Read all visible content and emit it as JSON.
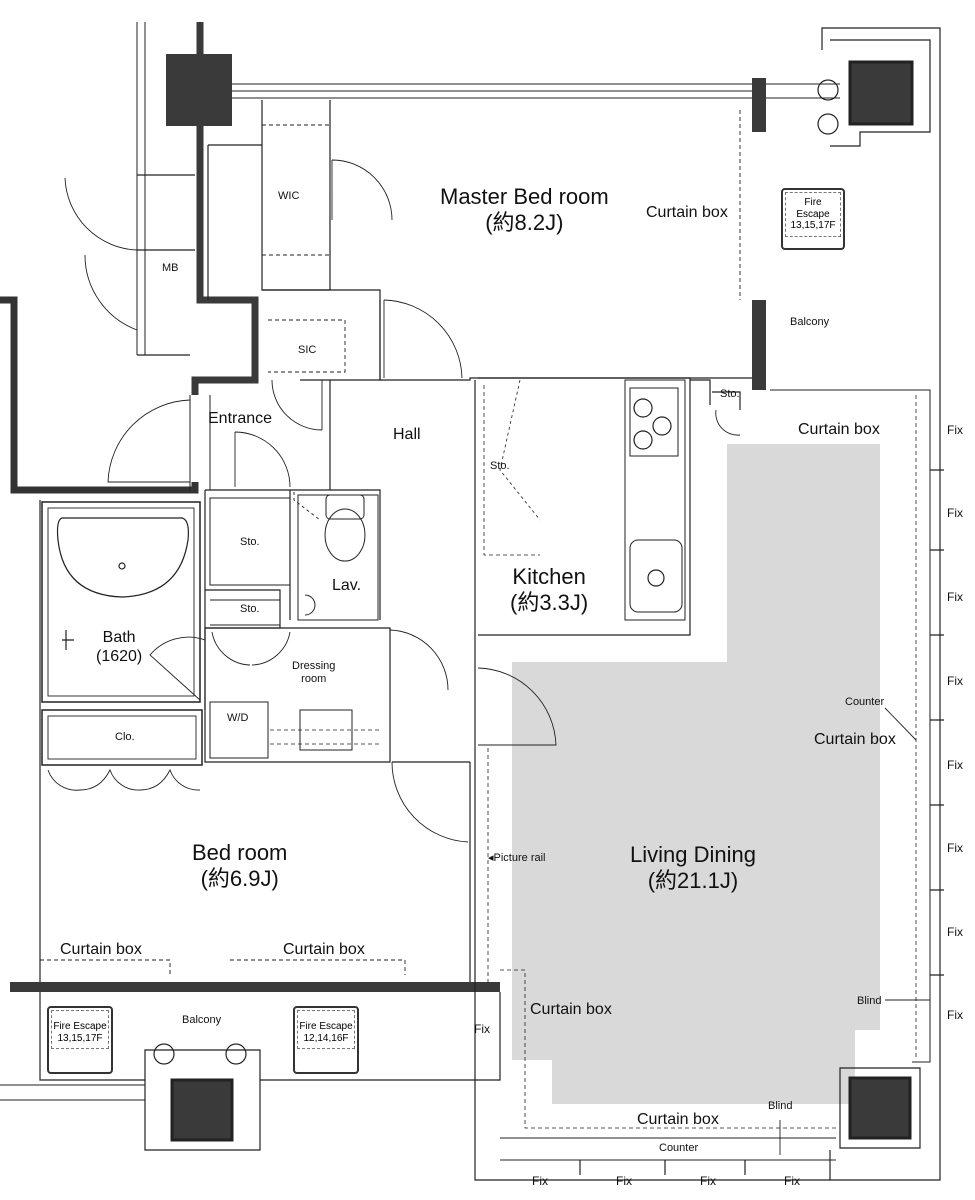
{
  "rooms": {
    "master_bed": {
      "name": "Master Bed room",
      "size": "(約8.2J)"
    },
    "bed": {
      "name": "Bed room",
      "size": "(約6.9J)"
    },
    "living": {
      "name": "Living Dining",
      "size": "(約21.1J)"
    },
    "kitchen": {
      "name": "Kitchen",
      "size": "(約3.3J)"
    },
    "bath": {
      "name": "Bath",
      "size": "(1620)"
    },
    "hall": "Hall",
    "entrance": "Entrance",
    "lav": "Lav.",
    "dressing": "Dressing",
    "dressing2": "room",
    "wic": "WIC",
    "sic": "SIC",
    "mb": "MB",
    "clo": "Clo.",
    "wd": "W/D",
    "sto": "Sto.",
    "balcony": "Balcony"
  },
  "labels": {
    "curtain_box": "Curtain box",
    "fix": "Fix",
    "counter": "Counter",
    "blind": "Blind",
    "picture_rail": "◂Picture rail"
  },
  "fire_escapes": [
    {
      "title": "Fire Escape",
      "floors": "13,15,17F"
    },
    {
      "title": "Fire Escape",
      "floors": "13,15,17F"
    },
    {
      "title": "Fire Escape",
      "floors": "12,14,16F"
    }
  ],
  "colors": {
    "wall": "#3a3a3a",
    "line": "#222222",
    "floor": "#d9d9d9"
  }
}
